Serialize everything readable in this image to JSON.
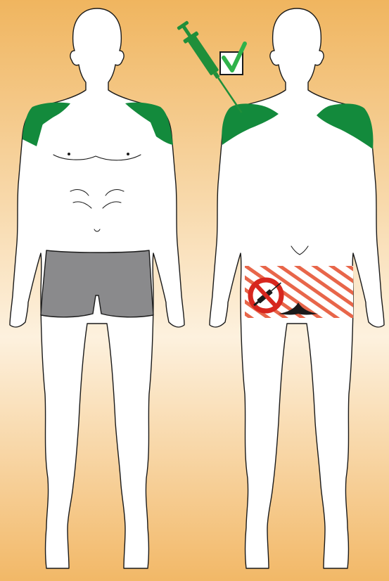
{
  "colors": {
    "background_top": "#f0b55f",
    "background_mid": "#fdf1de",
    "background_bottom": "#f2b867",
    "body_fill": "#ffffff",
    "outline": "#1a1a1a",
    "deltoid_green": "#138a3c",
    "shorts_gray": "#8a8a8c",
    "syringe_green": "#1f8f3a",
    "check_green": "#2fb24a",
    "forbidden_red": "#d7261e",
    "hatch_red": "#e8664a"
  },
  "figures": {
    "front": {
      "view": "front",
      "shorts": true,
      "highlight": "deltoid"
    },
    "back": {
      "view": "back",
      "shorts": false,
      "highlight": "deltoid",
      "forbidden_zone": "gluteal"
    }
  },
  "icons": {
    "approved": "syringe-with-checkmark-icon",
    "forbidden": "no-syringe-icon"
  }
}
